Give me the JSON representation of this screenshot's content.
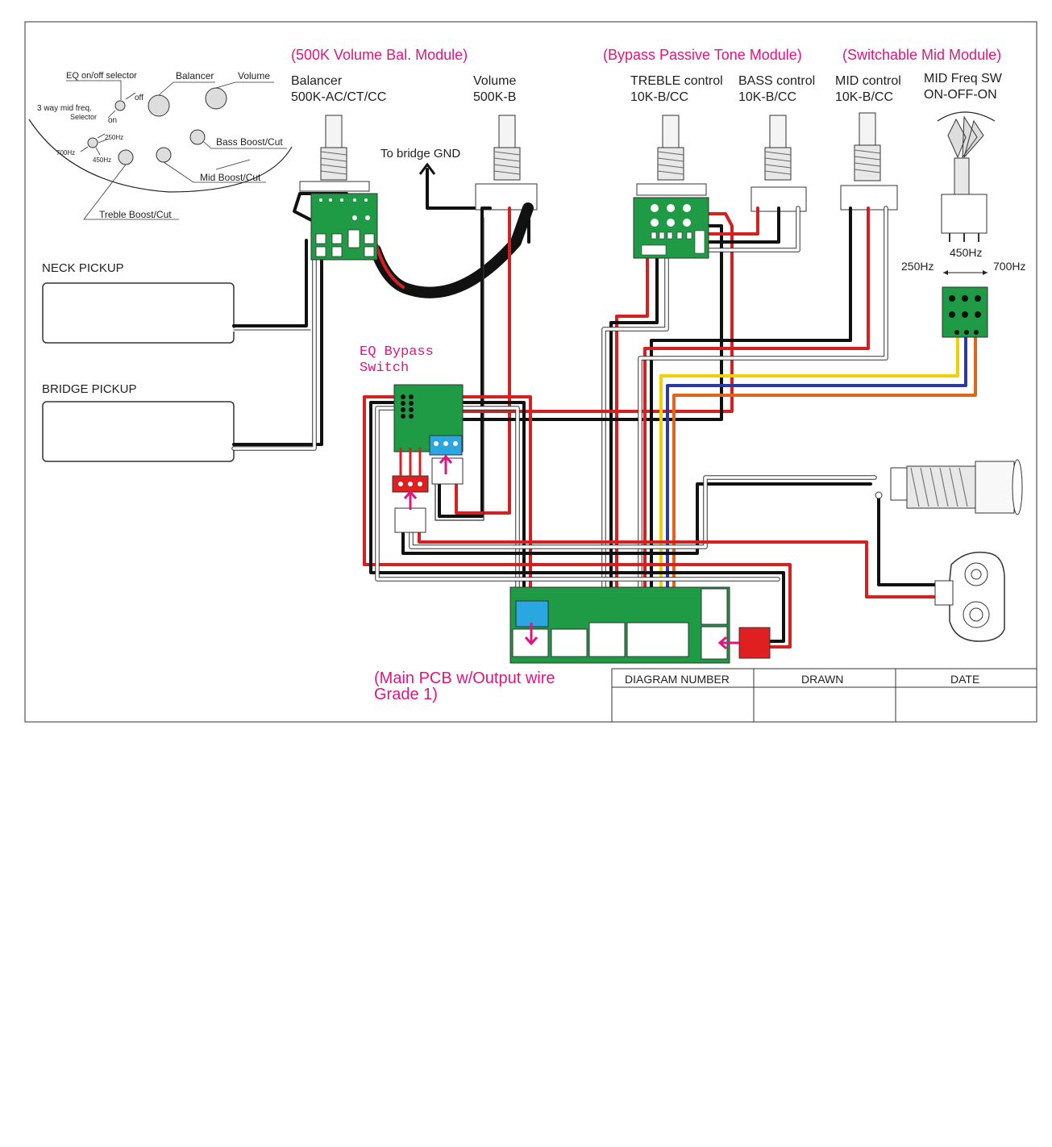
{
  "colors": {
    "wire_red": "#d42020",
    "wire_black": "#111111",
    "wire_white": "#ffffff",
    "wire_yellow": "#f1d000",
    "wire_blue": "#2b3aa0",
    "wire_orange": "#e0651c",
    "pcb_green": "#1f9a45",
    "accent_pink": "#e0157f",
    "connector_blue": "#2aa7e0",
    "connector_red": "#e02020"
  },
  "control_layout": {
    "eq_selector": "EQ on/off selector",
    "off": "off",
    "on": "on",
    "balancer": "Balancer",
    "volume": "Volume",
    "mid_selector_line1": "3 way mid freq.",
    "mid_selector_line2": "Selector",
    "f250": "250Hz",
    "f700": "700Hz",
    "f450": "450Hz",
    "bass": "Bass Boost/Cut",
    "mid": "Mid Boost/Cut",
    "treble": "Treble Boost/Cut"
  },
  "modules": {
    "volume_bal": "(500K Volume Bal. Module)",
    "passive_tone": "(Bypass Passive Tone Module)",
    "switchable_mid": "(Switchable Mid Module)",
    "eq_bypass_line1": "EQ Bypass",
    "eq_bypass_line2": "Switch",
    "main_pcb_line1": "(Main PCB w/Output wire",
    "main_pcb_line2": "Grade 1)"
  },
  "components": {
    "balancer_name": "Balancer",
    "balancer_spec": "500K-AC/CT/CC",
    "volume_name": "Volume",
    "volume_spec": "500K-B",
    "treble_name": "TREBLE control",
    "treble_spec": "10K-B/CC",
    "bass_name": "BASS control",
    "bass_spec": "10K-B/CC",
    "mid_name": "MID control",
    "mid_spec": "10K-B/CC",
    "midsw_name": "MID Freq SW",
    "midsw_spec": "ON-OFF-ON",
    "bridge_gnd": "To bridge GND",
    "sw_450": "450Hz",
    "sw_250": "250Hz",
    "sw_700": "700Hz"
  },
  "pickups": {
    "neck": "NECK PICKUP",
    "bridge": "BRIDGE PICKUP"
  },
  "title_block": {
    "diagram_number": "DIAGRAM NUMBER",
    "drawn": "DRAWN",
    "date": "DATE"
  }
}
